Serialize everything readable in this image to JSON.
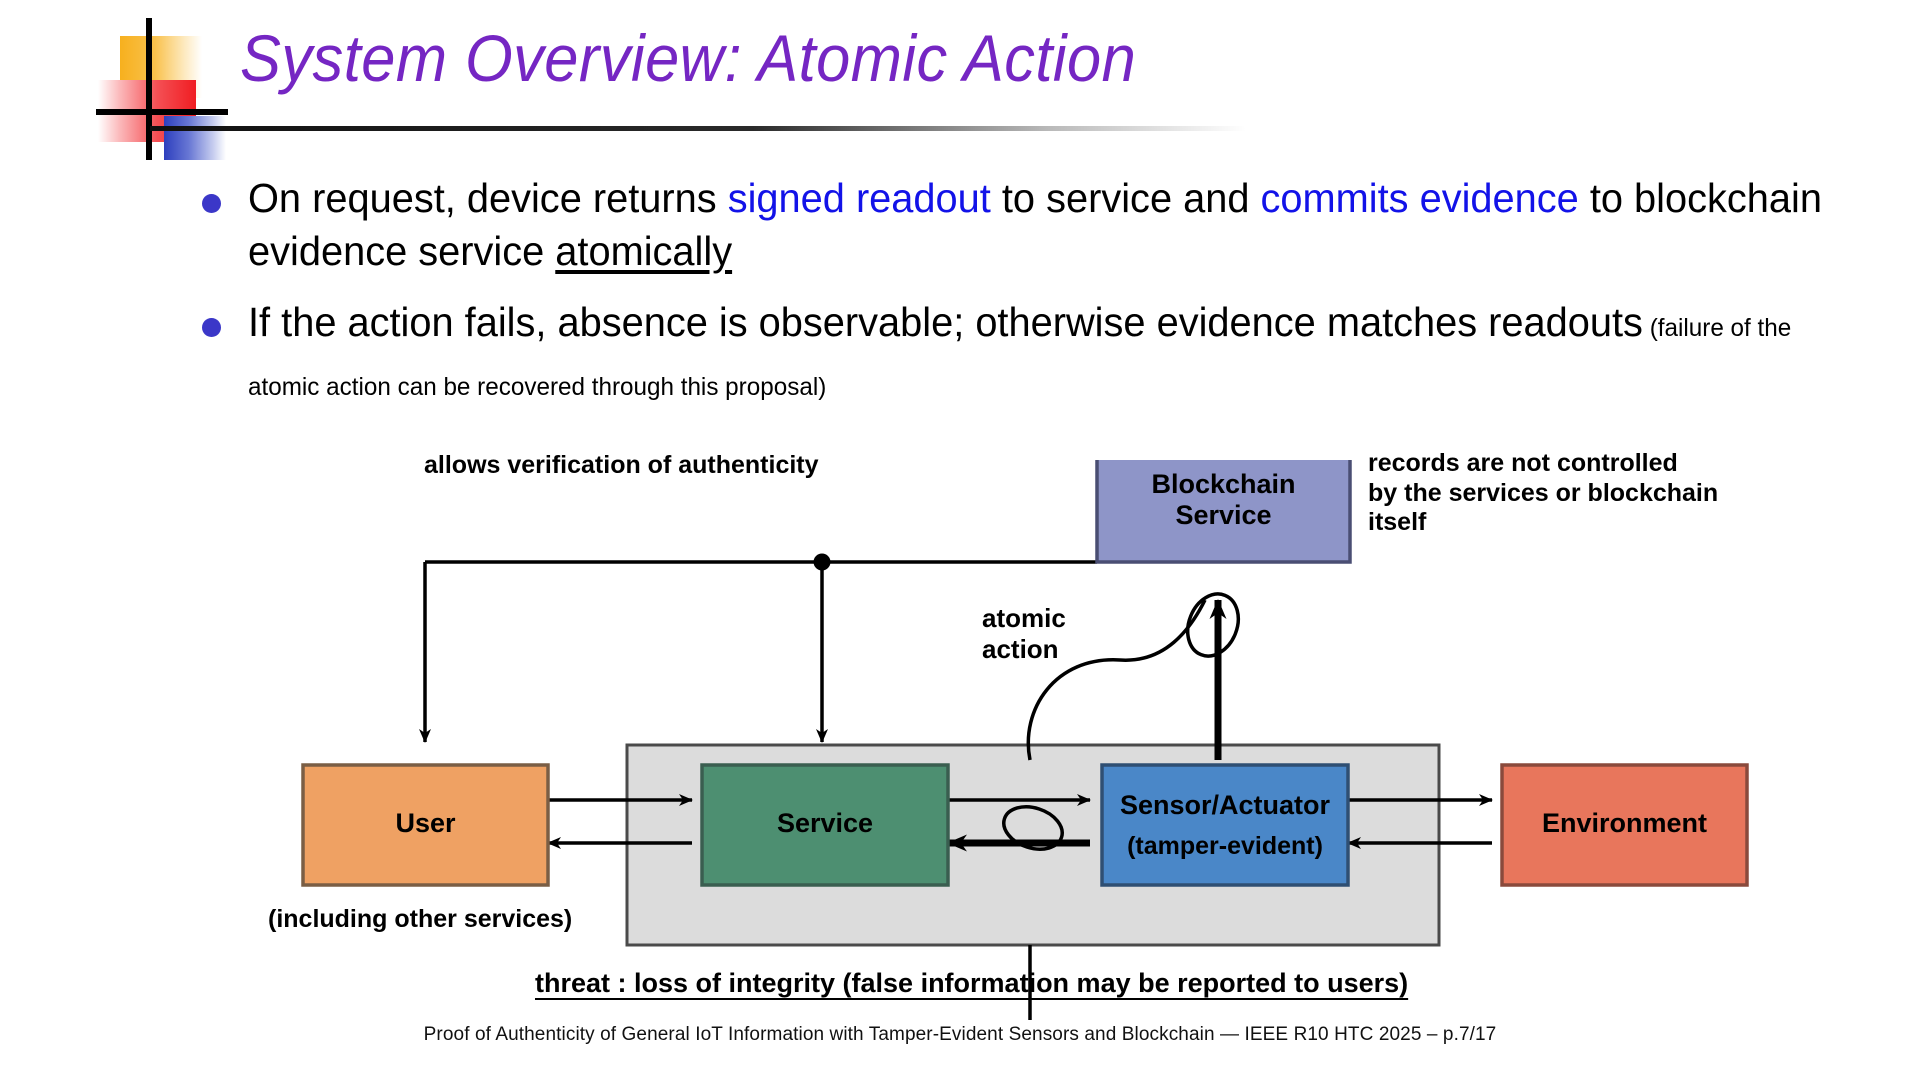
{
  "slide": {
    "title": "System Overview: Atomic Action",
    "title_color": "#7526C3"
  },
  "logo": {
    "yellow": "#F7B01E",
    "red": "#F01D22",
    "blue": "#2D3FBE"
  },
  "bullets": [
    {
      "id": "bullet-1",
      "segments": [
        {
          "text": "On request, device returns ",
          "style": "plain"
        },
        {
          "text": "signed readout",
          "style": "blue"
        },
        {
          "text": " to service and ",
          "style": "plain"
        },
        {
          "text": "commits evidence",
          "style": "blue"
        },
        {
          "text": " to blockchain evidence service ",
          "style": "plain"
        },
        {
          "text": "atomically",
          "style": "underline"
        }
      ]
    },
    {
      "id": "bullet-2",
      "segments": [
        {
          "text": "If the action fails, absence is observable; otherwise evidence matches readouts",
          "style": "plain"
        },
        {
          "text": "  (failure of the atomic action can be recovered through this proposal)",
          "style": "small"
        }
      ]
    }
  ],
  "diagram": {
    "boxes": [
      {
        "id": "user",
        "label": "User",
        "sublabel": "",
        "color": "#EFA163",
        "border": "#7A5E45"
      },
      {
        "id": "service",
        "label": "Service",
        "sublabel": "",
        "color": "#4D8F71",
        "border": "#3A5E50"
      },
      {
        "id": "sensor",
        "label": "Sensor/Actuator",
        "sublabel": "(tamper-evident)",
        "color": "#4A87C8",
        "border": "#2F4F73"
      },
      {
        "id": "environment",
        "label": "Environment",
        "sublabel": "",
        "color": "#E8765C",
        "border": "#8A4A3C"
      },
      {
        "id": "blockchain",
        "label": "Blockchain\nService",
        "sublabel": "",
        "color": "#8E95C8",
        "border": "#4A4E73"
      }
    ],
    "system_boundary_fill": "#DCDCDC",
    "annotations": {
      "verification": "allows verification of authenticity",
      "records": "records are not controlled\nby the services or blockchain\nitself",
      "atomic_action": "atomic\naction",
      "including_other_services": "(including other services)",
      "threat": "threat : loss of integrity (false information may be reported to users)"
    }
  },
  "footer": {
    "text": "Proof of Authenticity of General IoT Information with Tamper-Evident Sensors and Blockchain — IEEE R10 HTC 2025 – p.7/17"
  }
}
